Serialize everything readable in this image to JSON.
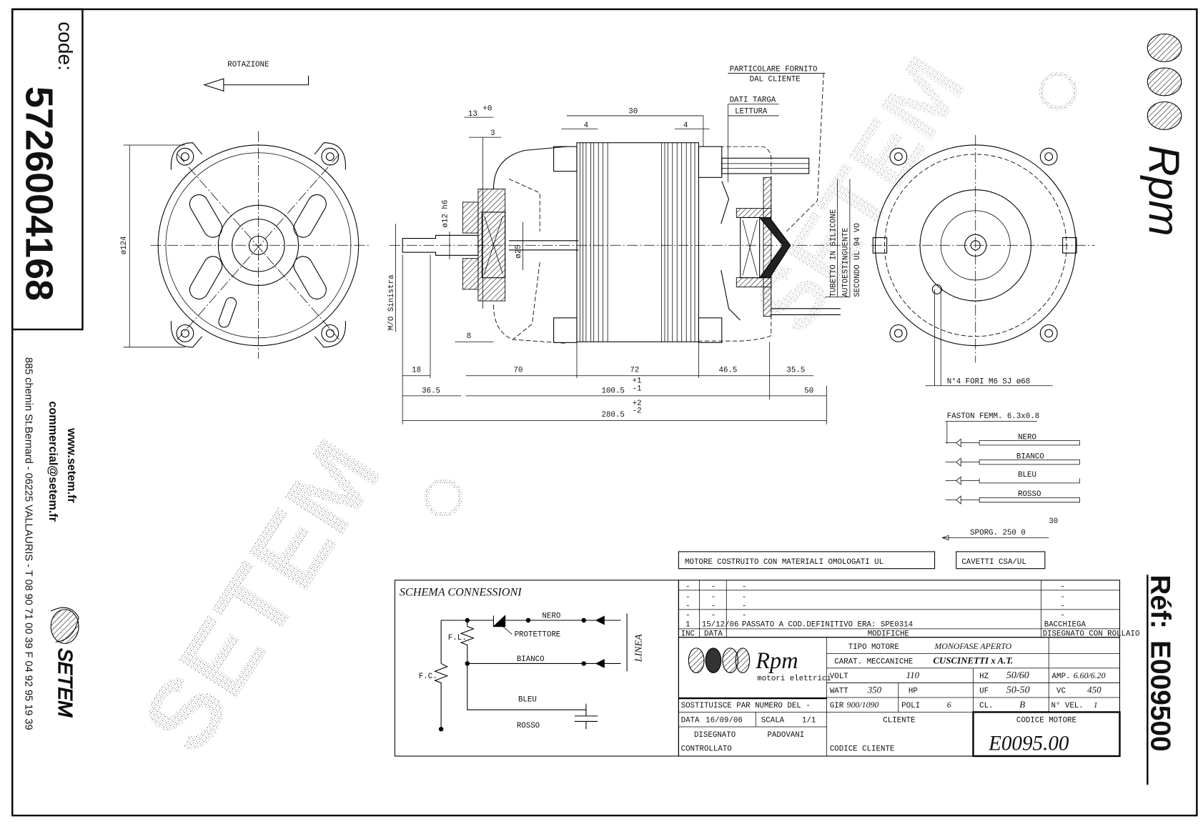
{
  "left_panel": {
    "code_label": "code:",
    "code_value": "5726004168",
    "website": "www.setem.fr",
    "email": "commercial@setem.fr",
    "address": "885 chemin St.Bernard  -  06225 VALLAURIS  -  T 08 90 71 00 39   F 04 92 95 19 39",
    "logo_text": "SETEM"
  },
  "right_panel": {
    "logo_text": "Rpm",
    "ref_label": "Réf:",
    "ref_value": "E009500"
  },
  "watermark": {
    "text": "SETEM",
    "mark": "©"
  },
  "drawing": {
    "rotation_label": "ROTAZIONE",
    "front_diameter": "ø124",
    "particolare_1": "PARTICOLARE FORNITO",
    "particolare_2": "DAL CLIENTE",
    "dati_targa": "DATI TARGA",
    "lettura": "LETTURA",
    "tubetto_1": "TUBETTO IN SILICONE",
    "tubetto_2": "AUTOESTINGUENTE",
    "tubetto_3": "SECONDO UL 94 VO",
    "shaft_note": "M/O Sinistra",
    "shaft_diameter": "ø12 h6",
    "bearing_diameter": "ø25",
    "dims": {
      "d13": "13",
      "d13_tol": "+0",
      "d3": "3",
      "d30": "30",
      "d4a": "4",
      "d4b": "4",
      "d8": "8",
      "d18": "18",
      "d70": "70",
      "d72": "72",
      "d46": "46.5",
      "d35": "35.5",
      "d36": "36.5",
      "d100": "100.5",
      "d100_tol_up": "+1",
      "d100_tol_dn": "-1",
      "d50": "50",
      "d280": "280.5",
      "d280_tol_up": "+2",
      "d280_tol_dn": "-2"
    },
    "holes_note": "N°4 FORI M6 SJ ø68",
    "faston_title": "FASTON FEMM. 6.3x0.8",
    "wires": [
      "NERO",
      "BIANCO",
      "BLEU",
      "ROSSO"
    ],
    "sporgenza": "SPORG. 250 0",
    "sporgenza_tol": "30"
  },
  "notes": {
    "materials": "MOTORE COSTRUITO CON MATERIALI OMOLOGATI UL",
    "cables": "CAVETTI CSA/UL"
  },
  "schema": {
    "title": "SCHEMA CONNESSIONI",
    "nero": "NERO",
    "protettore": "PROTETTORE",
    "bianco": "BIANCO",
    "bleu": "BLEU",
    "rosso": "ROSSO",
    "fl": "F.L.",
    "fc": "F.C.",
    "linea": "LINEA"
  },
  "revisions": {
    "rows": [
      {
        "inc": "-",
        "data": "-",
        "mod": "-",
        "by": "-"
      },
      {
        "inc": "-",
        "data": "-",
        "mod": "-",
        "by": "-"
      },
      {
        "inc": "-",
        "data": "-",
        "mod": "-",
        "by": "-"
      },
      {
        "inc": "-",
        "data": "-",
        "mod": "-",
        "by": "-"
      },
      {
        "inc": "1",
        "data": "15/12/06",
        "mod": "PASSATO A COD.DEFINITIVO ERA: SPE0314",
        "by": "BACCHIEGA"
      }
    ],
    "headers": {
      "inc": "INC",
      "data": "DATA",
      "mod": "MODIFICHE",
      "by": "DISEGNATO CON ROLLAIO"
    }
  },
  "title_block": {
    "logo_text": "Rpm",
    "logo_sub": "motori elettrici",
    "tipo_label": "TIPO MOTORE",
    "tipo_value": "MONOFASE APERTO",
    "carat_label": "CARAT. MECCANICHE",
    "carat_value": "CUSCINETTI x A.T.",
    "volt_label": "VOLT",
    "volt_value": "110",
    "hz_label": "HZ",
    "hz_value": "50/60",
    "amp_label": "AMP.",
    "amp_value": "6.60/6.20",
    "watt_label": "WATT",
    "watt_value": "350",
    "hp_label": "HP",
    "hp_value": "",
    "uf_label": "UF",
    "uf_value": "50-50",
    "vc_label": "VC",
    "vc_value": "450",
    "gir_label": "GIR",
    "gir_value": "900/1090",
    "poli_label": "POLI",
    "poli_value": "6",
    "cl_label": "CL.",
    "cl_value": "B",
    "vel_label": "N° VEL.",
    "vel_value": "1",
    "sostituisce_label": "SOSTITUISCE PAR  NUMERO DEL",
    "sostituisce_value": "-",
    "data_label": "DATA",
    "data_value": "16/09/06",
    "scala_label": "SCALA",
    "scala_value": "1/1",
    "disegnato_label": "DISEGNATO",
    "disegnato_value": "PADOVANI",
    "controllato_label": "CONTROLLATO",
    "cliente_label": "CLIENTE",
    "codice_cliente_label": "CODICE CLIENTE",
    "codice_motore_label": "CODICE MOTORE",
    "codice_motore_value": "E0095.00"
  }
}
